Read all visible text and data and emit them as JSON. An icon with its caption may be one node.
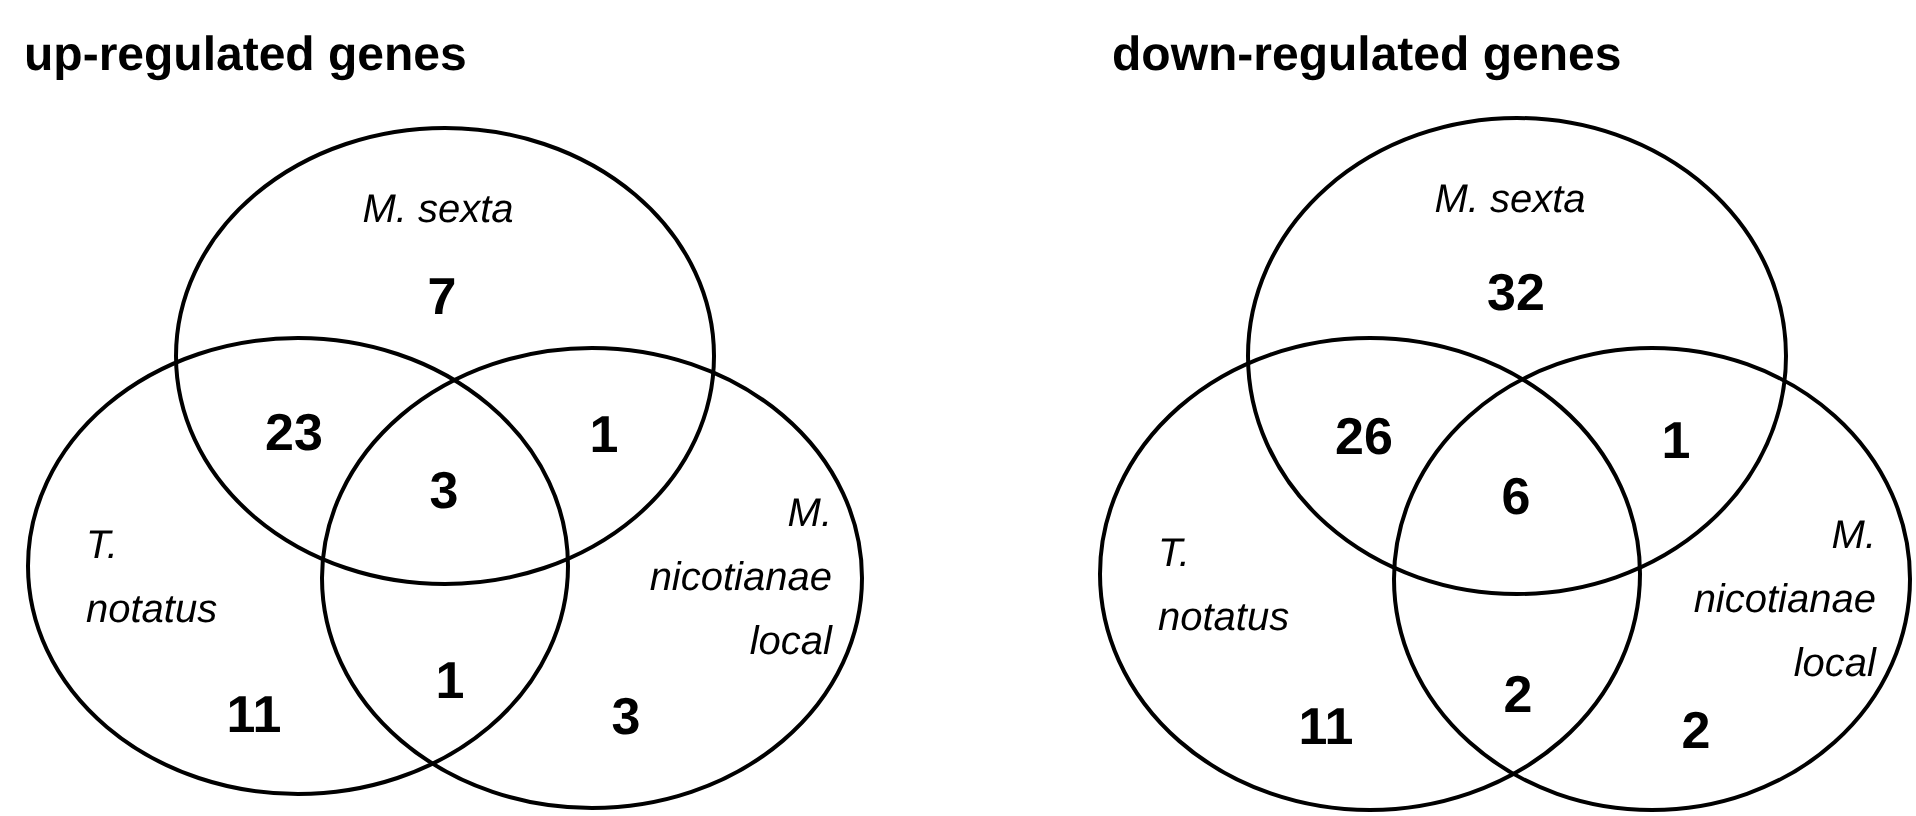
{
  "diagram": {
    "nodes": [
      {
        "text": [
          "M. sexta"
        ]
      },
      {
        "text": [
          "T. notatus"
        ]
      },
      {
        "text": [
          "M. nicotianae local"
        ]
      },
      {
        "text": [
          "M. sexta"
        ]
      },
      {
        "text": [
          "T. notatus"
        ]
      },
      {
        "text": [
          "M. nicotianae local"
        ]
      }
    ],
    "labels": [
      "up-regulated genes",
      "7",
      "23",
      "3",
      "1",
      "11",
      "1",
      "3",
      "down-regulated genes",
      "32",
      "26",
      "6",
      "1",
      "11",
      "2",
      "2"
    ]
  }
}
